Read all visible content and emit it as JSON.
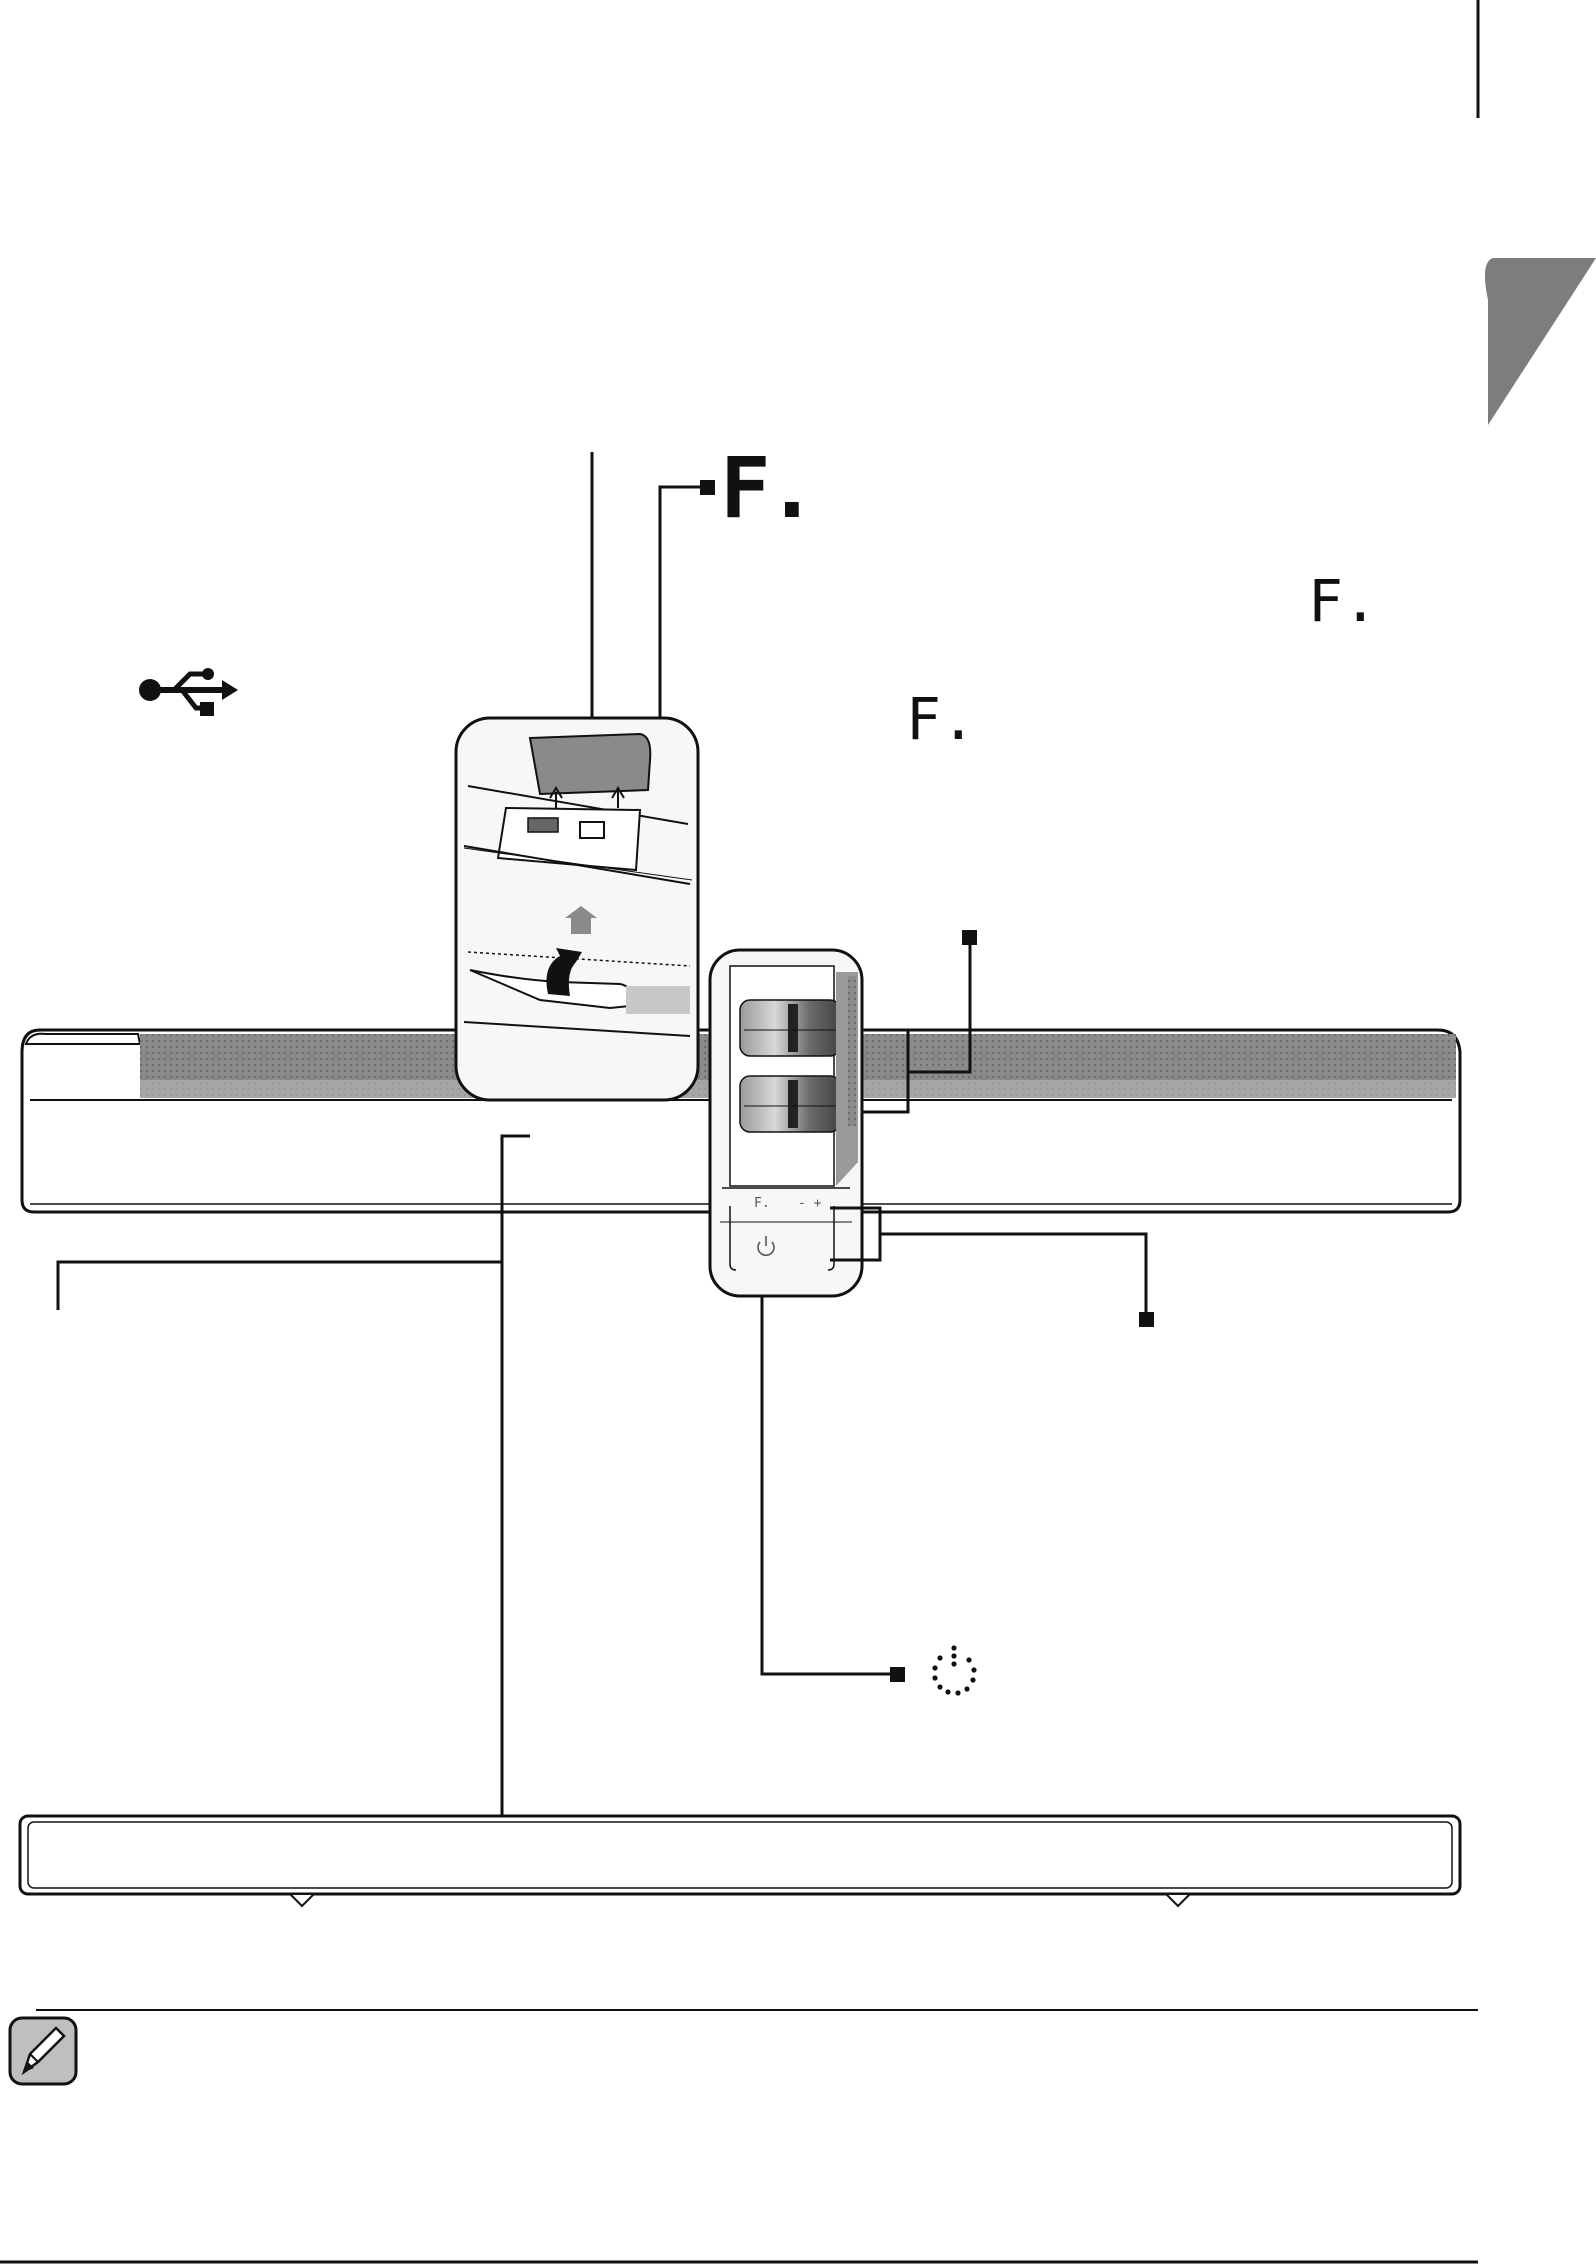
{
  "labels": {
    "function_display": "F.",
    "function_display_mid": "F.",
    "function_display_right": "F.",
    "panel_function_key": "F.",
    "panel_volume_key": "-  +"
  },
  "icons": {
    "usb": "usb-icon",
    "power_display": "standby-power-icon",
    "power_key": "power-icon",
    "note": "note-pencil-icon",
    "chapter_tab": "chapter-tab-icon"
  },
  "colors": {
    "line": "#111111",
    "grille": "#8a8a8a",
    "grille_dark": "#6e6e6e",
    "panel_fill": "#f4f4f4",
    "tab_gray": "#7d7d7d",
    "note_gray": "#bfbfbf"
  }
}
